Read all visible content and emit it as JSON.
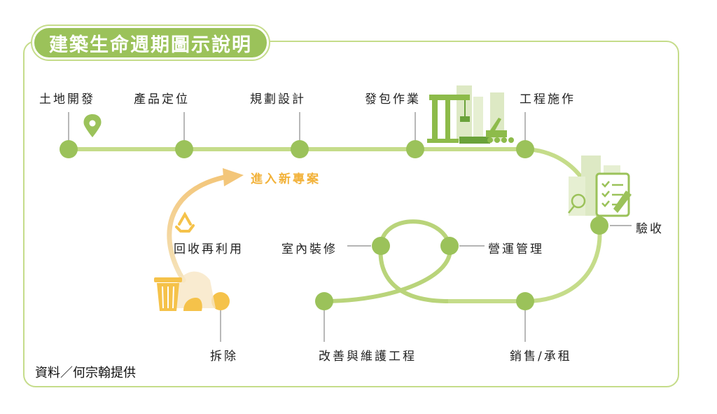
{
  "title": "建築生命週期圖示說明",
  "stages": {
    "land": "土地開發",
    "positioning": "產品定位",
    "design": "規劃設計",
    "contracting": "發包作業",
    "construction": "工程施作",
    "inspection": "驗收",
    "sales": "銷售/承租",
    "operation": "營運管理",
    "interior": "室內裝修",
    "maintenance": "改善與維護工程",
    "demolition": "拆除",
    "recycle": "回收再利用",
    "new_project": "進入新專案"
  },
  "source": "資料／何宗翰提供",
  "colors": {
    "green": "#9bc25a",
    "light_green": "#c5dc8a",
    "orange": "#f5c24a",
    "light_orange": "#f3d79b"
  }
}
